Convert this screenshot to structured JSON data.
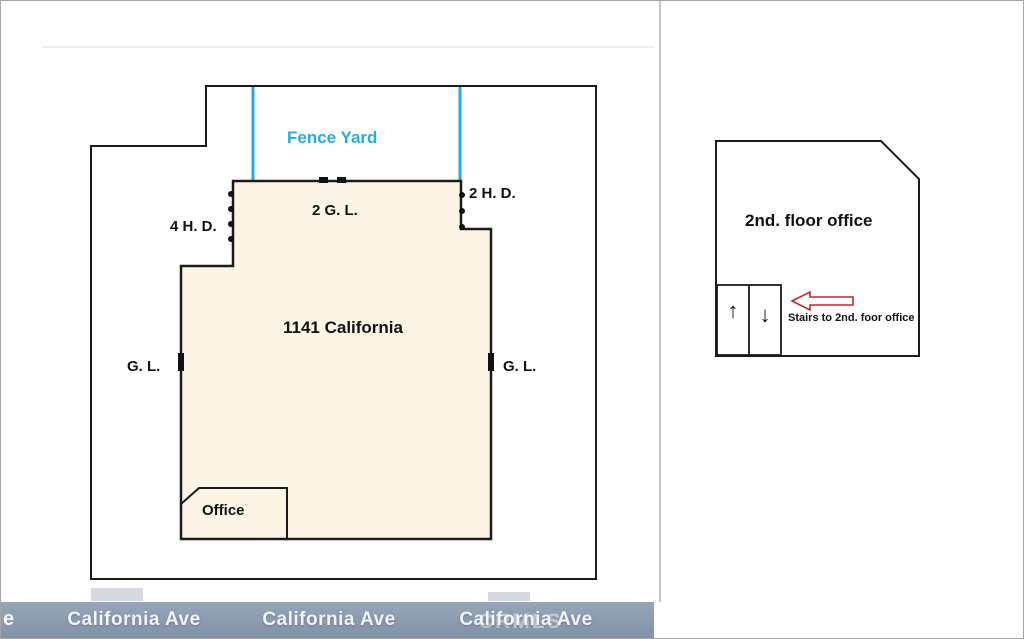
{
  "colors": {
    "fence": "#29abe2",
    "building_fill": "#fcf5e6",
    "arrow_red": "#c0272d",
    "banner": "#8c9bb0"
  },
  "site_plan": {
    "fence_yard_label": "Fence Yard",
    "hd4_label": "4 H. D.",
    "gl2_label": "2 G. L.",
    "hd2_label": "2 H. D.",
    "building_label": "1141 California",
    "gl_left_label": "G. L.",
    "gl_right_label": "G. L.",
    "office_label": "Office"
  },
  "second_floor": {
    "title": "2nd. floor office",
    "stairs_note": "Stairs to 2nd. foor office",
    "up_arrow": "↑",
    "down_arrow": "↓"
  },
  "banner": {
    "street_labels": [
      "California Ave",
      "California Ave",
      "California Ave"
    ],
    "watermark": "CRMLS",
    "partial_text": "e"
  }
}
